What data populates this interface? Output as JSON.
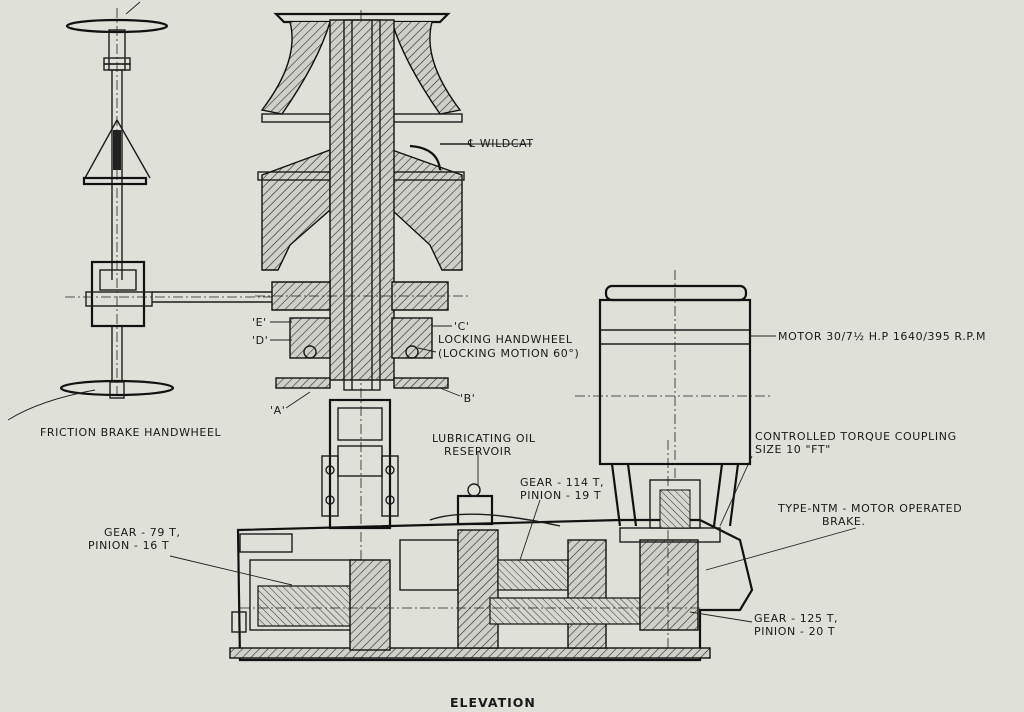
{
  "labels": {
    "wildcat": "℄ WILDCAT",
    "e": "'E'",
    "d": "'D'",
    "c": "'C'",
    "a": "'A'",
    "b": "'B'",
    "locking_1": "LOCKING HANDWHEEL",
    "locking_2": "(LOCKING MOTION 60°)",
    "friction_brake": "FRICTION BRAKE HANDWHEEL",
    "motor": "MOTOR 30/7½ H.P    1640/395 R.P.M",
    "coupling_1": "CONTROLLED TORQUE COUPLING",
    "coupling_2": "SIZE 10 \"FT\"",
    "lube_1": "LUBRICATING OIL",
    "lube_2": "RESERVOIR",
    "gear114_1": "GEAR - 114 T,",
    "gear114_2": "PINION - 19 T",
    "gear79_1": "GEAR - 79 T,",
    "gear79_2": "PINION - 16 T",
    "brake_1": "TYPE-NTM - MOTOR OPERATED",
    "brake_2": "BRAKE.",
    "gear125_1": "GEAR - 125 T,",
    "gear125_2": "PINION - 20 T",
    "elevation": "ELEVATION"
  }
}
